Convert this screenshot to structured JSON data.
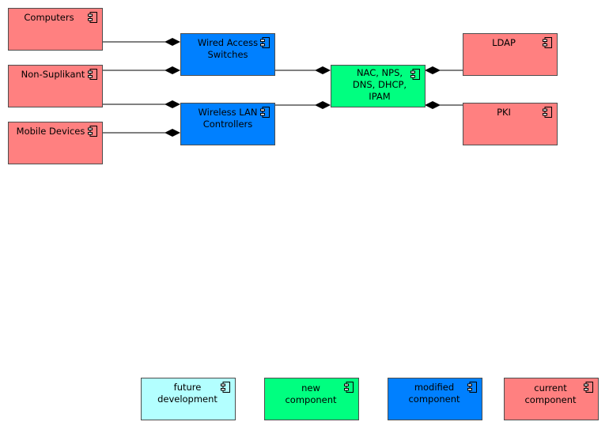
{
  "colors": {
    "current": "#ff8080",
    "modified": "#0080ff",
    "new": "#00ff80",
    "future": "#b3ffff",
    "line": "#000000",
    "border": "#4d4d4d"
  },
  "components": {
    "computers": "Computers",
    "non_suplikant": "Non-Suplikant",
    "mobile_devices": "Mobile Devices",
    "wired_switches": "Wired Access Switches",
    "wireless_controllers": "Wireless LAN Controllers",
    "nac": "NAC, NPS, DNS, DHCP, IPAM",
    "ldap": "LDAP",
    "pki": "PKI"
  },
  "legend": {
    "future": "future development",
    "new": "new component",
    "modified": "modified component",
    "current": "current component"
  },
  "icon": "uml-component-icon"
}
